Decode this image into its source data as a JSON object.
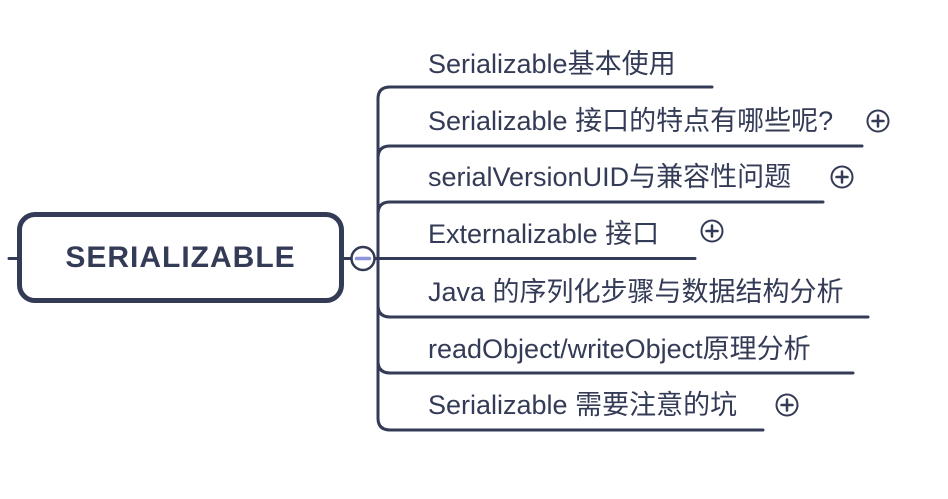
{
  "root": {
    "label": "SERIALIZABLE"
  },
  "collapse_button": {
    "symbol": "minus",
    "state": "expanded"
  },
  "branches": [
    {
      "label": "Serializable基本使用",
      "expandable": false
    },
    {
      "label": "Serializable 接口的特点有哪些呢?",
      "expandable": true
    },
    {
      "label": "serialVersionUID与兼容性问题",
      "expandable": true
    },
    {
      "label": "Externalizable 接口",
      "expandable": true
    },
    {
      "label": "Java 的序列化步骤与数据结构分析",
      "expandable": false
    },
    {
      "label": "readObject/writeObject原理分析",
      "expandable": false
    },
    {
      "label": "Serializable 需要注意的坑",
      "expandable": true
    }
  ],
  "colors": {
    "line": "#343b56",
    "text": "#343b56",
    "minus_glyph": "#8c95dc",
    "background": "#ffffff"
  }
}
